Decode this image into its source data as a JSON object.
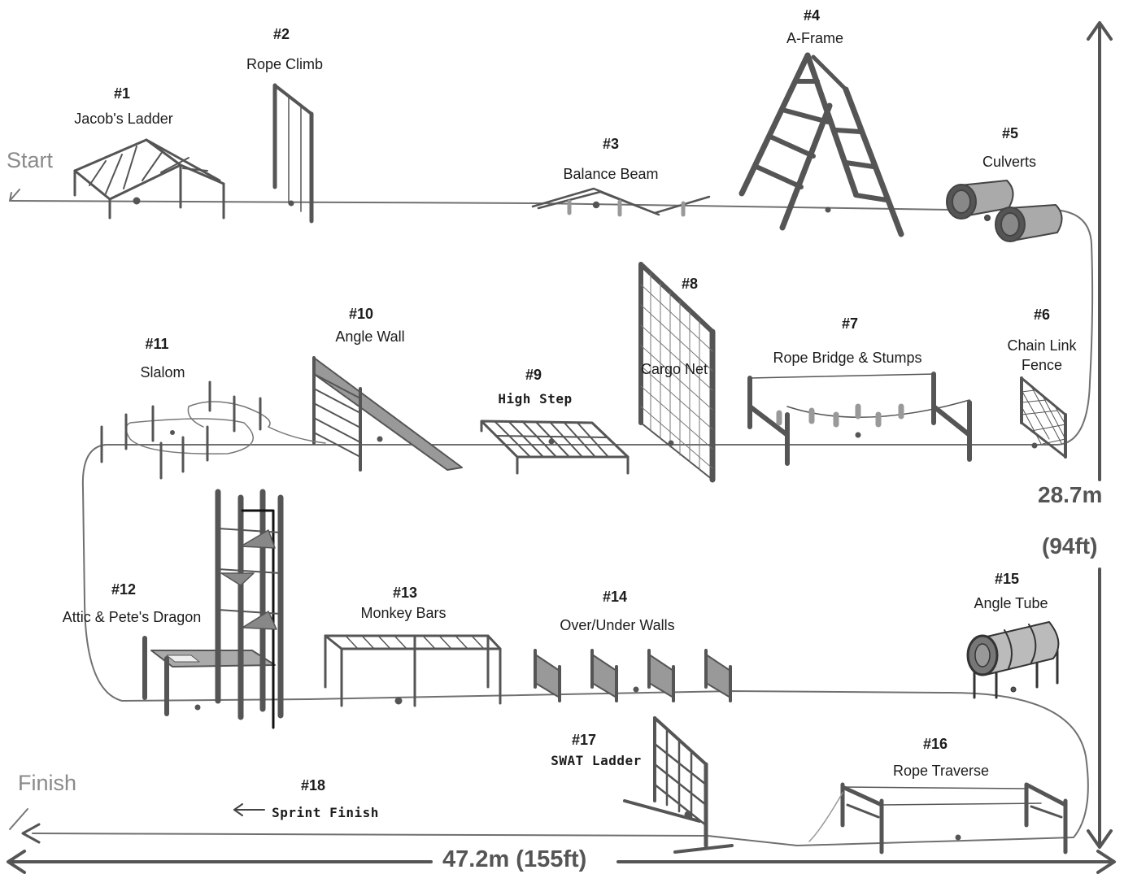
{
  "start_label": "Start",
  "finish_label": "Finish",
  "width_dimension": "47.2m (155ft)",
  "height_dimension_m": "28.7m",
  "height_dimension_ft": "(94ft)",
  "sprint_arrow": "←",
  "obstacles": [
    {
      "id": "o1",
      "number": "#1",
      "name": "Jacob's Ladder"
    },
    {
      "id": "o2",
      "number": "#2",
      "name": "Rope Climb"
    },
    {
      "id": "o3",
      "number": "#3",
      "name": "Balance Beam"
    },
    {
      "id": "o4",
      "number": "#4",
      "name": "A-Frame"
    },
    {
      "id": "o5",
      "number": "#5",
      "name": "Culverts"
    },
    {
      "id": "o6",
      "number": "#6",
      "name": "Chain Link",
      "name2": "Fence"
    },
    {
      "id": "o7",
      "number": "#7",
      "name": "Rope Bridge & Stumps"
    },
    {
      "id": "o8",
      "number": "#8",
      "name": "Cargo Net"
    },
    {
      "id": "o9",
      "number": "#9",
      "name": "High Step"
    },
    {
      "id": "o10",
      "number": "#10",
      "name": "Angle Wall"
    },
    {
      "id": "o11",
      "number": "#11",
      "name": "Slalom"
    },
    {
      "id": "o12",
      "number": "#12",
      "name": "Attic & Pete's Dragon"
    },
    {
      "id": "o13",
      "number": "#13",
      "name": "Monkey Bars"
    },
    {
      "id": "o14",
      "number": "#14",
      "name": "Over/Under Walls"
    },
    {
      "id": "o15",
      "number": "#15",
      "name": "Angle Tube"
    },
    {
      "id": "o16",
      "number": "#16",
      "name": "Rope Traverse"
    },
    {
      "id": "o17",
      "number": "#17",
      "name": "SWAT Ladder"
    },
    {
      "id": "o18",
      "number": "#18",
      "name": "Sprint Finish"
    }
  ]
}
